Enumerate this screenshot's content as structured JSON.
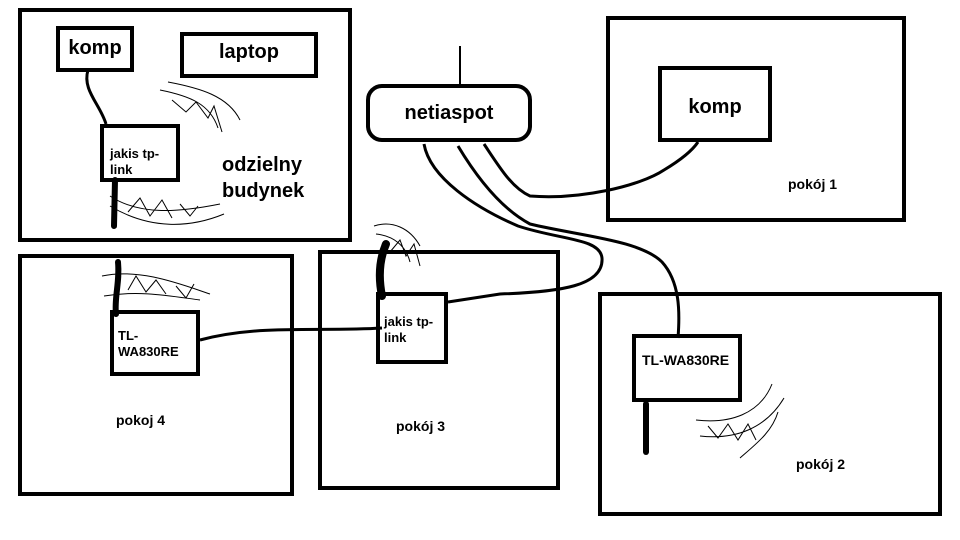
{
  "diagram": {
    "rooms": {
      "separate_building": {
        "label": "odzielny budynek"
      },
      "room1": {
        "label": "pokój 1"
      },
      "room2": {
        "label": "pokój 2"
      },
      "room3": {
        "label": "pokój 3"
      },
      "room4": {
        "label": "pokoj 4"
      }
    },
    "devices": {
      "router": {
        "label": "netiaspot"
      },
      "komp_building": {
        "label": "komp"
      },
      "laptop": {
        "label": "laptop"
      },
      "tplink_building": {
        "label": "jakis tp-link"
      },
      "komp_room1": {
        "label": "komp"
      },
      "extender_room2": {
        "label": "TL-WA830RE"
      },
      "tplink_room3": {
        "label": "jakis tp-link"
      },
      "extender_room4": {
        "label": "TL-WA830RE"
      }
    },
    "colors": {
      "stroke": "#000000",
      "background": "#ffffff"
    }
  }
}
